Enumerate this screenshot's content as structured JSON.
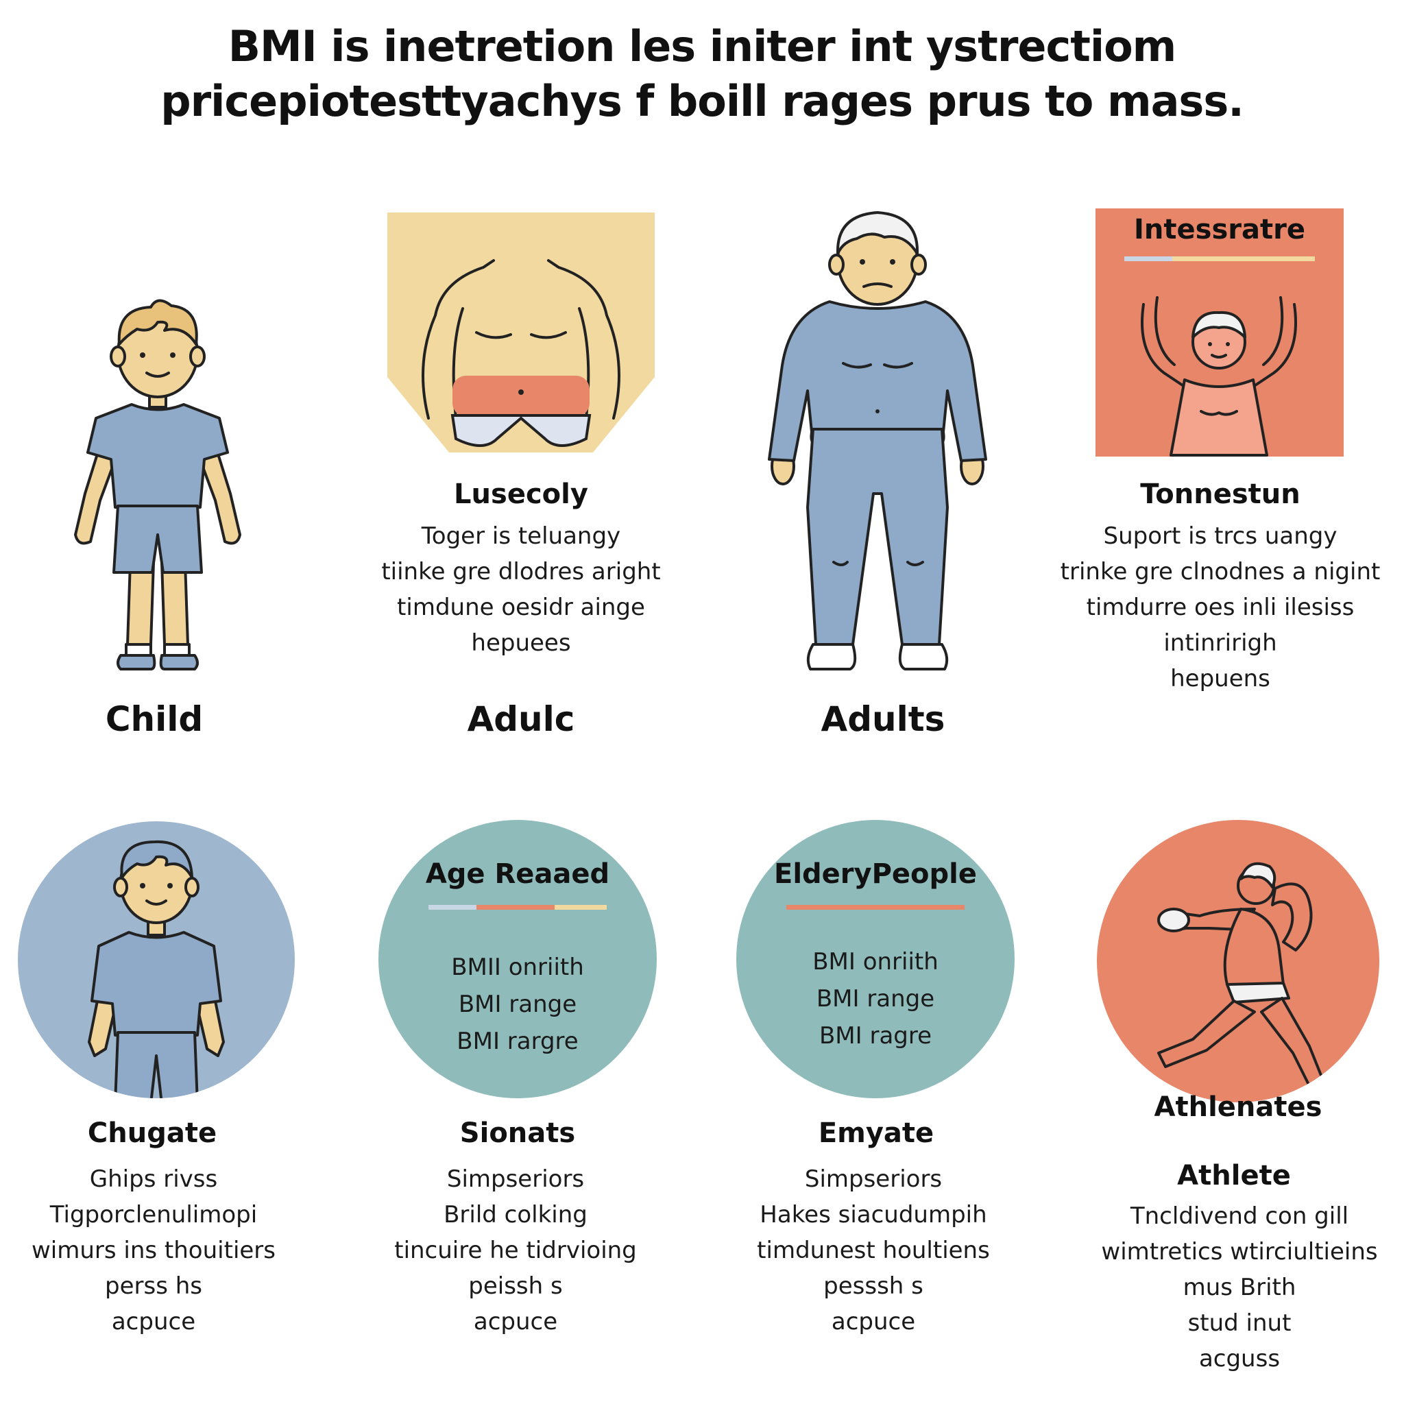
{
  "title": {
    "line1": "BMI is inetretion les initer int ystrectiom",
    "line2": "pricepiotesttyachys f boill rages prus to mass."
  },
  "colors": {
    "blue": "#8fa9c4",
    "teal": "#8fbcbb",
    "coral": "#e8866a",
    "sand": "#f1d9a0",
    "skin": "#f0d49a",
    "shirt": "#8eaac8",
    "outline": "#222222"
  },
  "top_row": {
    "child_label": "Child",
    "adult": {
      "heading": "Lusecoly",
      "lines": [
        "Toger is teluangy",
        "tiinke gre dlodres aright",
        "timdune oesidr ainge",
        "hepuees"
      ],
      "label": "Adulc"
    },
    "adults_label": "Adults",
    "card": {
      "title": "Intessratre",
      "heading": "Tonnestun",
      "lines": [
        "Suport is trcs uangy",
        "trinke gre clnodnes a nigint",
        "timdurre oes inli ilesiss",
        "intinririgh",
        "hepuens"
      ]
    }
  },
  "bottom_row": [
    {
      "circle_heading": "",
      "circle_lines": [],
      "heading": "Chugate",
      "lines": [
        "Ghips rivss",
        "Tigporclenulimopi",
        "wimurs ins thouitiers",
        "perss hs",
        "acpuce"
      ]
    },
    {
      "circle_heading": "Age Reaaed",
      "circle_lines": [
        "BMII onriith",
        "BMI range",
        "BMI rargre"
      ],
      "heading": "Sionats",
      "lines": [
        "Simpseriors",
        "Brild colking",
        "tincuire he tidrvioing",
        "peissh s",
        "acpuce"
      ]
    },
    {
      "circle_heading": "ElderyPeople",
      "circle_lines": [
        "BMI onriith",
        "BMI range",
        "BMI ragre"
      ],
      "heading": "Emyate",
      "lines": [
        "Simpseriors",
        "Hakes siacudumpih",
        "timdunest houltiens",
        "pesssh s",
        "acpuce"
      ]
    },
    {
      "circle_heading": "",
      "circle_lines": [],
      "label": "Athlenates",
      "heading": "Athlete",
      "lines": [
        "Tncldivend con gill",
        "wimtretics wtirciultieins",
        "mus Brith",
        "stud inut",
        "acguss"
      ]
    }
  ]
}
